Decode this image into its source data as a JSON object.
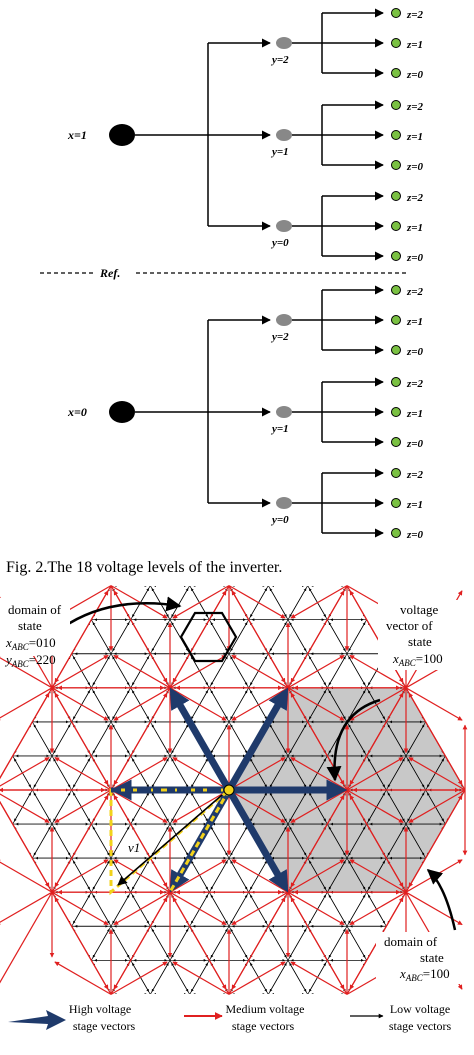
{
  "tree": {
    "root_top": "x=1",
    "root_bottom": "x=0",
    "ref_label": "Ref.",
    "y_labels": [
      "y=2",
      "y=1",
      "y=0"
    ],
    "z_labels": [
      "z=2",
      "z=1",
      "z=0"
    ]
  },
  "caption": "Fig. 2.The 18 voltage levels of the inverter.",
  "annotations": {
    "left_domain": [
      "domain of",
      "state"
    ],
    "left_x_prefix": "x",
    "left_x_sub": "ABC",
    "left_x_val": "=010",
    "left_y_prefix": "y",
    "left_y_sub": "ABC",
    "left_y_val": "=220",
    "right_vector": [
      "voltage",
      "vector of",
      "state"
    ],
    "right_vector_x_prefix": "x",
    "right_vector_x_sub": "ABC",
    "right_vector_x_val": "=100",
    "bottom_domain": [
      "domain of",
      "state"
    ],
    "bottom_x_prefix": "x",
    "bottom_x_sub": "ABC",
    "bottom_x_val": "=100",
    "inner_label": "v1"
  },
  "legend": {
    "high": [
      "High voltage",
      "stage vectors"
    ],
    "medium": [
      "Medium voltage",
      "stage vectors"
    ],
    "low": [
      "Low voltage",
      "stage vectors"
    ]
  },
  "colors": {
    "high": "#1f3a6b",
    "medium": "#e02020",
    "low": "#000000",
    "shade": "#c8c8c8",
    "leaf": "#7ac142",
    "y_node": "#888888",
    "highlight": "#f2d21b"
  }
}
